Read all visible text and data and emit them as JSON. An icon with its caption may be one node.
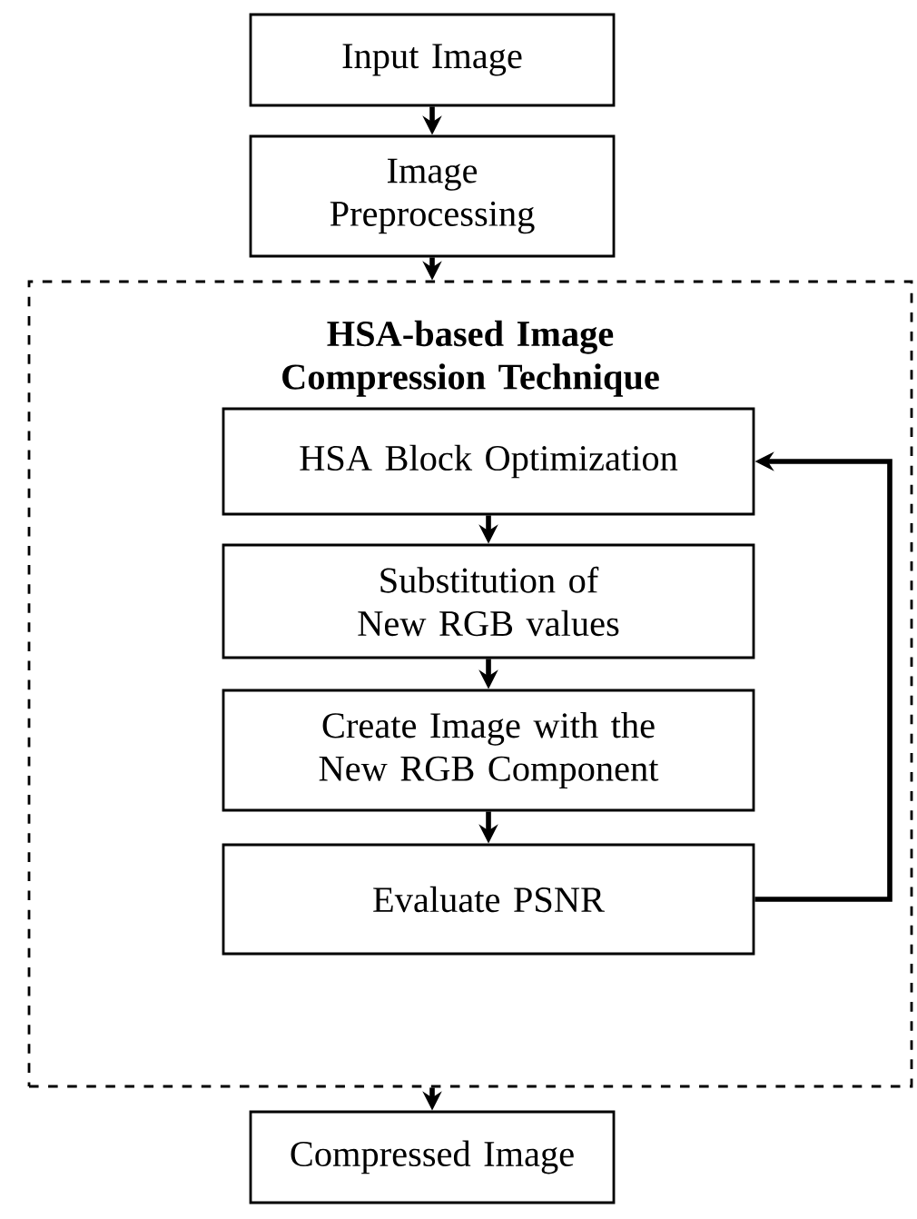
{
  "diagram": {
    "nodes": [
      {
        "text": [
          "Input Image"
        ]
      },
      {
        "text": [
          "Image Preprocessing"
        ]
      },
      {
        "text": [
          "HSA-based Image Compression Technique"
        ]
      },
      {
        "text": [
          "HSA Block Optimization"
        ],
        "in": 2
      },
      {
        "text": [
          "Substitution of New RGB values"
        ],
        "in": 2
      },
      {
        "text": [
          "Create Image with the New RGB Component"
        ],
        "in": 2
      },
      {
        "text": [
          "Evaluate PSNR"
        ],
        "in": 2
      },
      {
        "text": [
          "Compressed Image"
        ]
      }
    ],
    "edges": [
      {
        "from": 0,
        "to": 1,
        "arrow": "to"
      },
      {
        "from": 1,
        "to": 2,
        "arrow": "to"
      },
      {
        "from": 3,
        "to": 4,
        "arrow": "to"
      },
      {
        "from": 4,
        "to": 5,
        "arrow": "to"
      },
      {
        "from": 5,
        "to": 6,
        "arrow": "to"
      },
      {
        "from": 6,
        "to": 3,
        "arrow": "to"
      },
      {
        "from": 2,
        "to": 7,
        "arrow": "to"
      }
    ]
  }
}
